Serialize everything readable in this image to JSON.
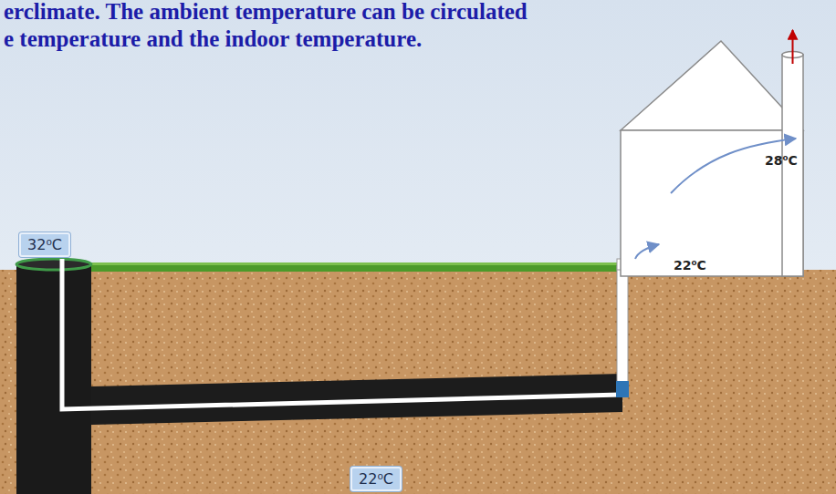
{
  "diagram": {
    "nodes": [
      {
        "text": [
          "28⁰C",
          "22⁰C"
        ]
      },
      {
        "text": [
          "32⁰C"
        ]
      },
      {
        "text": [
          "22⁰C"
        ]
      }
    ],
    "labels": [
      "erclimate. The ambient temperature can be circulated",
      "e temperature and the indoor temperature."
    ]
  }
}
